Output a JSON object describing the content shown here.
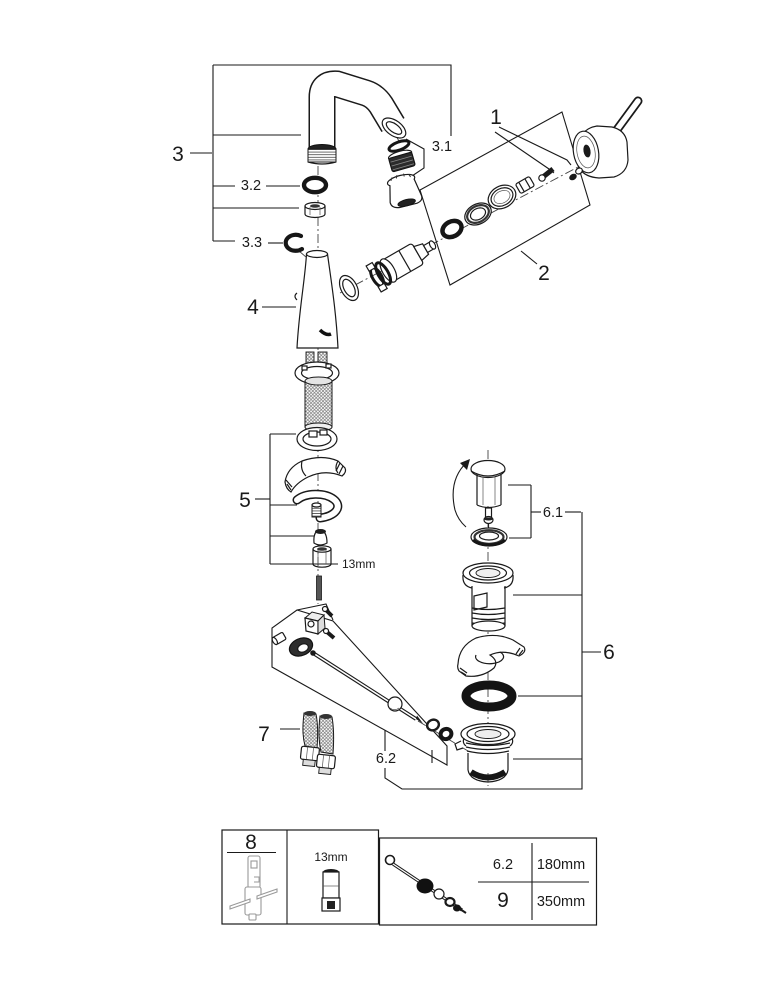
{
  "diagram": {
    "type": "exploded-parts-diagram",
    "colors": {
      "line": "#1a1a1a",
      "background": "#ffffff",
      "tool_muted": "#999999"
    },
    "callouts": {
      "handle": "1",
      "cartridge_kit": "2",
      "spout": "3",
      "aerator": "3.1",
      "spout_seal": "3.2",
      "retaining_clip": "3.3",
      "body": "4",
      "mounting_kit": "5",
      "drain_assembly": "6",
      "plug": "6.1",
      "pull_rod": "6.2",
      "supply_hoses": "7",
      "nut_wrench_size": "13mm"
    },
    "legend": {
      "tool_ref": "8",
      "socket_size": "13mm",
      "rows": [
        {
          "ref": "6.2",
          "length": "180mm"
        },
        {
          "ref": "9",
          "length": "350mm"
        }
      ]
    }
  }
}
